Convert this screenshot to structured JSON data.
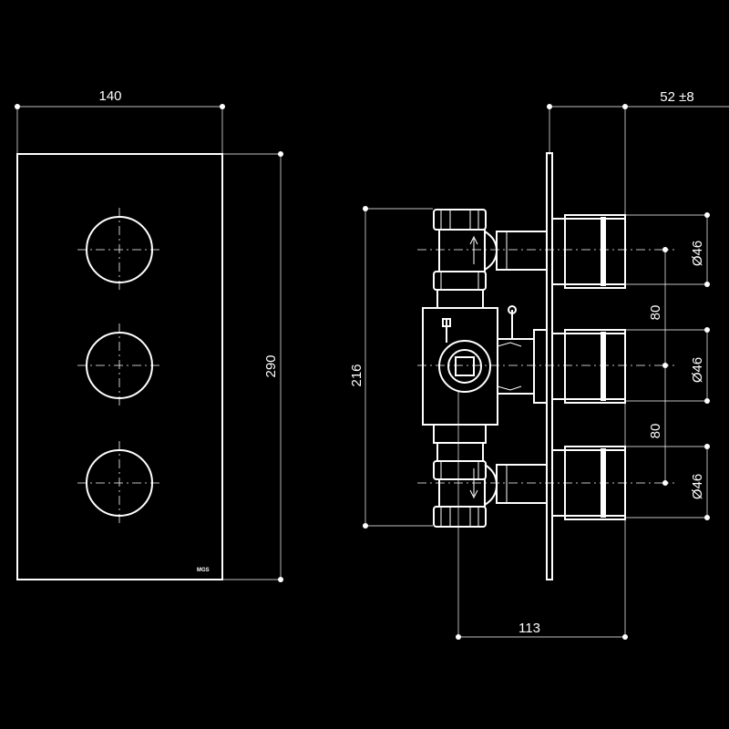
{
  "colors": {
    "background": "#000000",
    "line": "#ffffff"
  },
  "logo": "MGS",
  "front_view": {
    "width_label": "140",
    "height_label": "290",
    "knob_count": 3
  },
  "side_view": {
    "top_label": "52 ±8",
    "height_label": "216",
    "spacing_labels": [
      "80",
      "80"
    ],
    "diameter_labels": [
      "Ø46",
      "Ø46",
      "Ø46"
    ],
    "depth_label": "113"
  }
}
